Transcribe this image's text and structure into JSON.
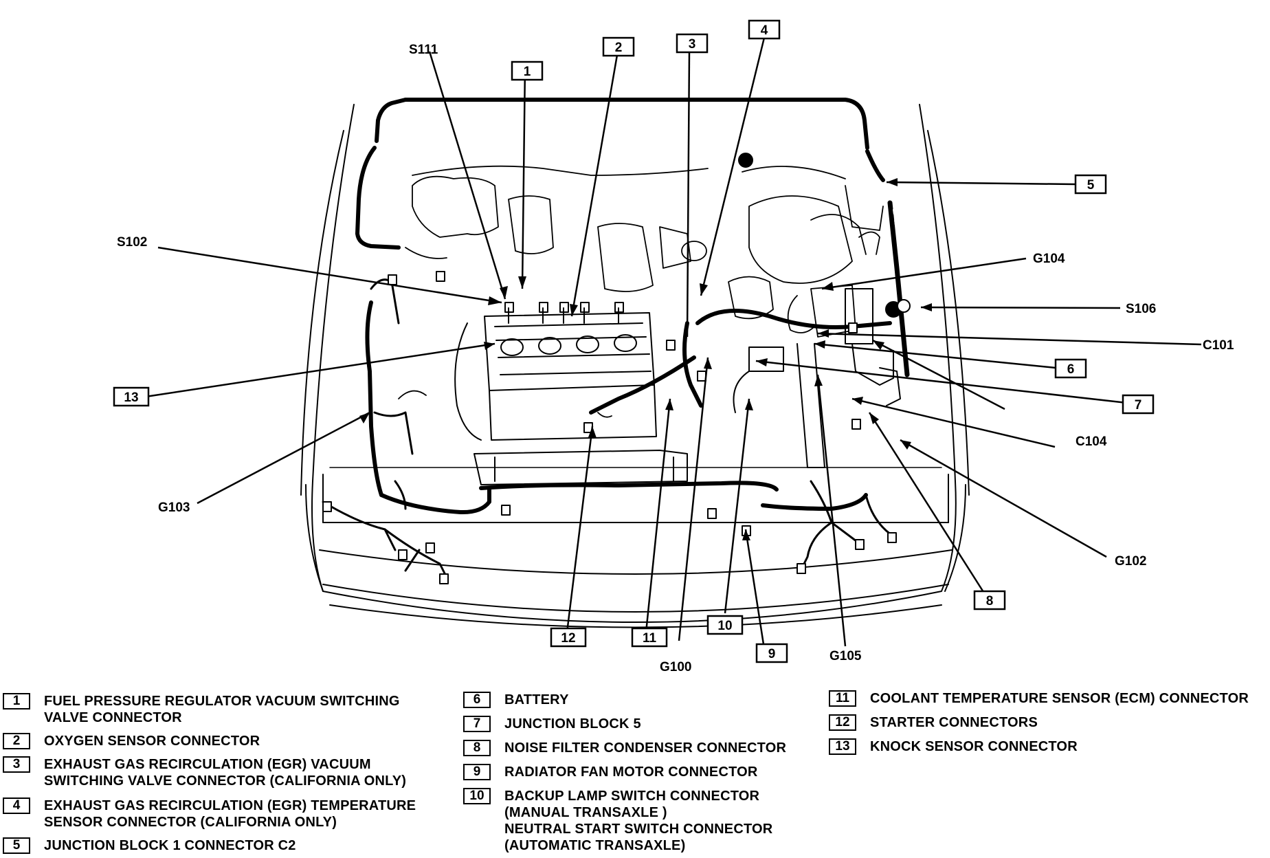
{
  "callouts": {
    "c1": "1",
    "c2": "2",
    "c3": "3",
    "c4": "4",
    "c5": "5",
    "c6": "6",
    "c7": "7",
    "c8": "8",
    "c9": "9",
    "c10": "10",
    "c11": "11",
    "c12": "12",
    "c13": "13"
  },
  "labels": {
    "s111": "S111",
    "s102": "S102",
    "s106": "S106",
    "g104": "G104",
    "g103": "G103",
    "g102": "G102",
    "g100": "G100",
    "g105": "G105",
    "c101": "C101",
    "c104": "C104"
  },
  "legend": [
    {
      "num": "1",
      "text": "FUEL PRESSURE REGULATOR VACUUM SWITCHING\nVALVE CONNECTOR"
    },
    {
      "num": "2",
      "text": "OXYGEN SENSOR CONNECTOR"
    },
    {
      "num": "3",
      "text": "EXHAUST GAS RECIRCULATION (EGR) VACUUM\nSWITCHING VALVE CONNECTOR (CALIFORNIA ONLY)"
    },
    {
      "num": "4",
      "text": "EXHAUST GAS RECIRCULATION (EGR) TEMPERATURE\nSENSOR CONNECTOR (CALIFORNIA ONLY)"
    },
    {
      "num": "5",
      "text": "JUNCTION BLOCK 1 CONNECTOR C2"
    },
    {
      "num": "6",
      "text": "BATTERY"
    },
    {
      "num": "7",
      "text": "JUNCTION BLOCK 5"
    },
    {
      "num": "8",
      "text": "NOISE FILTER CONDENSER CONNECTOR"
    },
    {
      "num": "9",
      "text": "RADIATOR FAN MOTOR CONNECTOR"
    },
    {
      "num": "10",
      "text": "BACKUP LAMP SWITCH CONNECTOR\n(MANUAL TRANSAXLE )\nNEUTRAL START SWITCH CONNECTOR\n(AUTOMATIC TRANSAXLE)"
    },
    {
      "num": "11",
      "text": "COOLANT TEMPERATURE SENSOR (ECM) CONNECTOR"
    },
    {
      "num": "12",
      "text": "STARTER CONNECTORS"
    },
    {
      "num": "13",
      "text": "KNOCK SENSOR CONNECTOR"
    }
  ]
}
